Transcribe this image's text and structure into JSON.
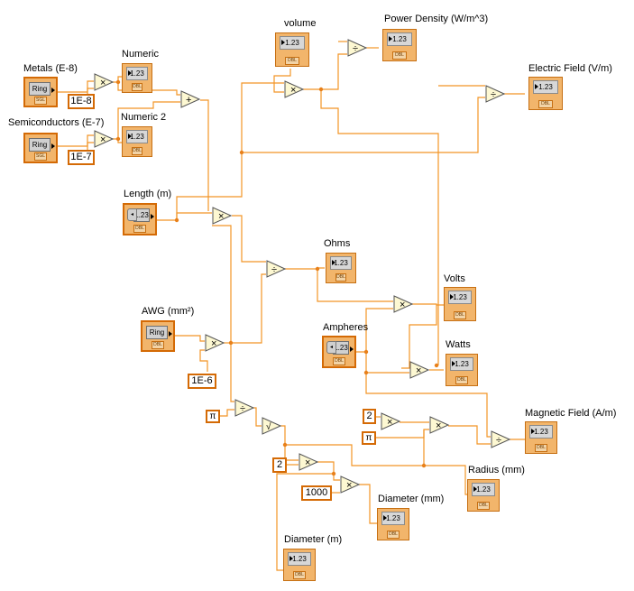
{
  "labels": {
    "metals": "Metals (E-8)",
    "semiconductors": "Semiconductors (E-7)",
    "numeric": "Numeric",
    "numeric2": "Numeric 2",
    "volume": "volume",
    "power_density": "Power Density (W/m^3)",
    "electric_field": "Electric Field (V/m)",
    "length": "Length (m)",
    "ohms": "Ohms",
    "volts": "Volts",
    "awg": "AWG (mm²)",
    "amperes": "Ampheres",
    "watts": "Watts",
    "magnetic_field": "Magnetic Field (A/m)",
    "radius": "Radius (mm)",
    "diameter_mm": "Diameter (mm)",
    "diameter_m": "Diameter (m)"
  },
  "constants": {
    "e8": "1E-8",
    "e7": "1E-7",
    "e6": "1E-6",
    "two_a": "2",
    "two_b": "2",
    "thousand": "1000",
    "pi_a": "π",
    "pi_b": "π"
  },
  "display": {
    "numeric_text": "1.23",
    "ring_text": "Ring",
    "dbl": "DBL",
    "sgl": "SGL"
  },
  "ops": {
    "multiply": "×",
    "divide": "÷",
    "add": "+",
    "sqrt": "√"
  },
  "colors": {
    "wire": "#f29526",
    "terminal_border": "#d46a05",
    "terminal_fill": "#f2b56b",
    "node_fill": "#fdf8d2"
  }
}
